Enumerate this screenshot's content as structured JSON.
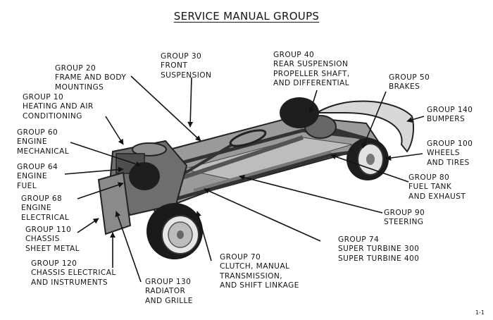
{
  "title": "SERVICE MANUAL GROUPS",
  "page_number": "1-1",
  "groups": {
    "g10": {
      "code": "GROUP 10",
      "name": "HEATING AND AIR\nCONDITIONING"
    },
    "g20": {
      "code": "GROUP 20",
      "name": "FRAME AND BODY\nMOUNTINGS"
    },
    "g30": {
      "code": "GROUP 30",
      "name": "FRONT\nSUSPENSION"
    },
    "g40": {
      "code": "GROUP 40",
      "name": "REAR SUSPENSION\nPROPELLER SHAFT,\nAND DIFFERENTIAL"
    },
    "g50": {
      "code": "GROUP 50",
      "name": "BRAKES"
    },
    "g60": {
      "code": "GROUP 60",
      "name": "ENGINE\nMECHANICAL"
    },
    "g64": {
      "code": "GROUP 64",
      "name": "ENGINE\nFUEL"
    },
    "g68": {
      "code": "GROUP 68",
      "name": "ENGINE\nELECTRICAL"
    },
    "g70": {
      "code": "GROUP 70",
      "name": "CLUTCH, MANUAL\nTRANSMISSION,\nAND SHIFT LINKAGE"
    },
    "g74": {
      "code": "GROUP 74",
      "name": "SUPER TURBINE 300\nSUPER TURBINE 400"
    },
    "g80": {
      "code": "GROUP 80",
      "name": "FUEL TANK\nAND EXHAUST"
    },
    "g90": {
      "code": "GROUP 90",
      "name": "STEERING"
    },
    "g100": {
      "code": "GROUP 100",
      "name": "WHEELS\nAND TIRES"
    },
    "g110": {
      "code": "GROUP 110",
      "name": "CHASSIS\nSHEET METAL"
    },
    "g120": {
      "code": "GROUP 120",
      "name": "CHASSIS ELECTRICAL\nAND INSTRUMENTS"
    },
    "g130": {
      "code": "GROUP 130",
      "name": "RADIATOR\nAND GRILLE"
    },
    "g140": {
      "code": "GROUP 140",
      "name": "BUMPERS"
    }
  }
}
